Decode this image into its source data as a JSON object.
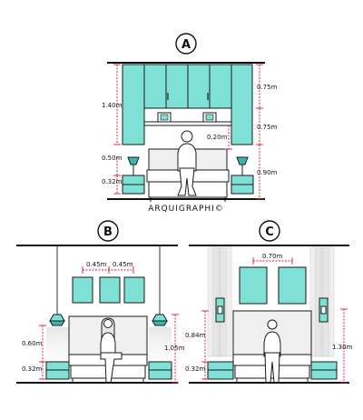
{
  "panels": {
    "a": {
      "label": "A",
      "dims": {
        "cab_upper": "0.75m",
        "cab_lower": "0.75m",
        "total_left": "1.40m",
        "headroom": "0.20m",
        "nightstand_top": "0.50m",
        "nightstand_h": "0.32m",
        "cab_base": "0.90m"
      },
      "brand": "ARQUIGRAPHI©"
    },
    "b": {
      "label": "B",
      "dims": {
        "gap_left": "0.45m",
        "gap_right": "0.45m",
        "lamp_h": "0.60m",
        "nightstand_h": "0.32m",
        "right_h": "1.05m"
      }
    },
    "c": {
      "label": "C",
      "dims": {
        "art_w": "0.70m",
        "sconce_h": "0.84m",
        "nightstand_h": "0.32m",
        "right_h": "1.30m"
      }
    }
  },
  "colors": {
    "teal": "#7fe0d6",
    "teal_dark": "#37b8ab",
    "red": "#d8182f",
    "line": "#1a1a1a",
    "shade": "#ededed"
  }
}
